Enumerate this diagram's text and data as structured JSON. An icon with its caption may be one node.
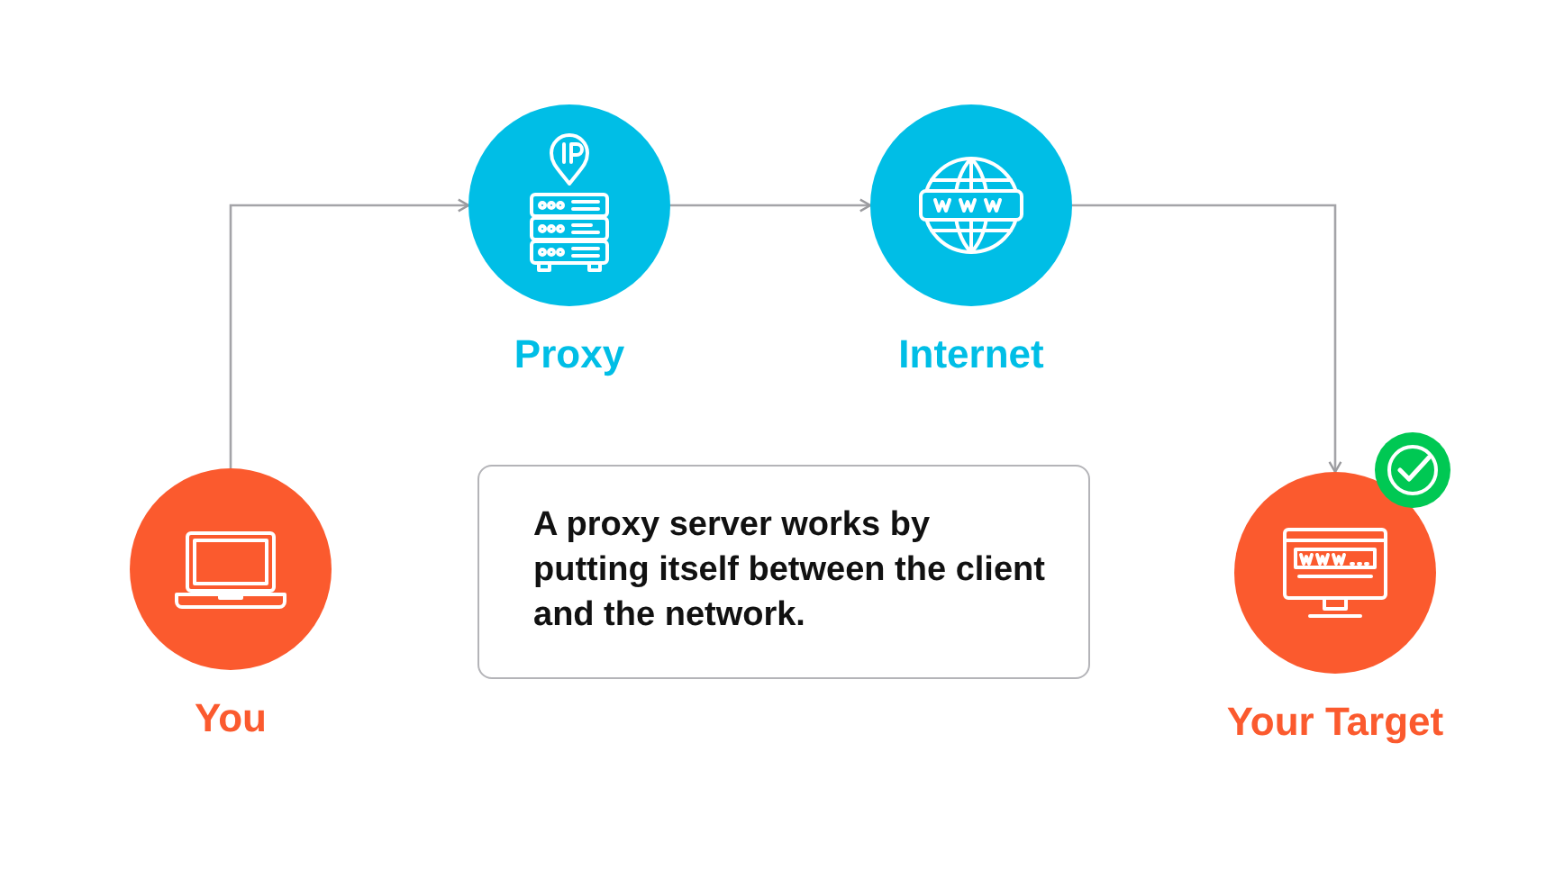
{
  "diagram": {
    "nodes": [
      {
        "text": [
          "You"
        ]
      },
      {
        "text": [
          "Proxy"
        ]
      },
      {
        "text": [
          "Internet"
        ]
      },
      {
        "text": [
          "Your Target"
        ]
      },
      {
        "text": [
          "A proxy server works by putting itself between the client and the network."
        ]
      }
    ],
    "edges": [
      {
        "from": 0,
        "to": 1,
        "arrow": "to"
      },
      {
        "from": 1,
        "to": 2,
        "arrow": "to"
      },
      {
        "from": 2,
        "to": 3,
        "arrow": "to"
      }
    ]
  }
}
